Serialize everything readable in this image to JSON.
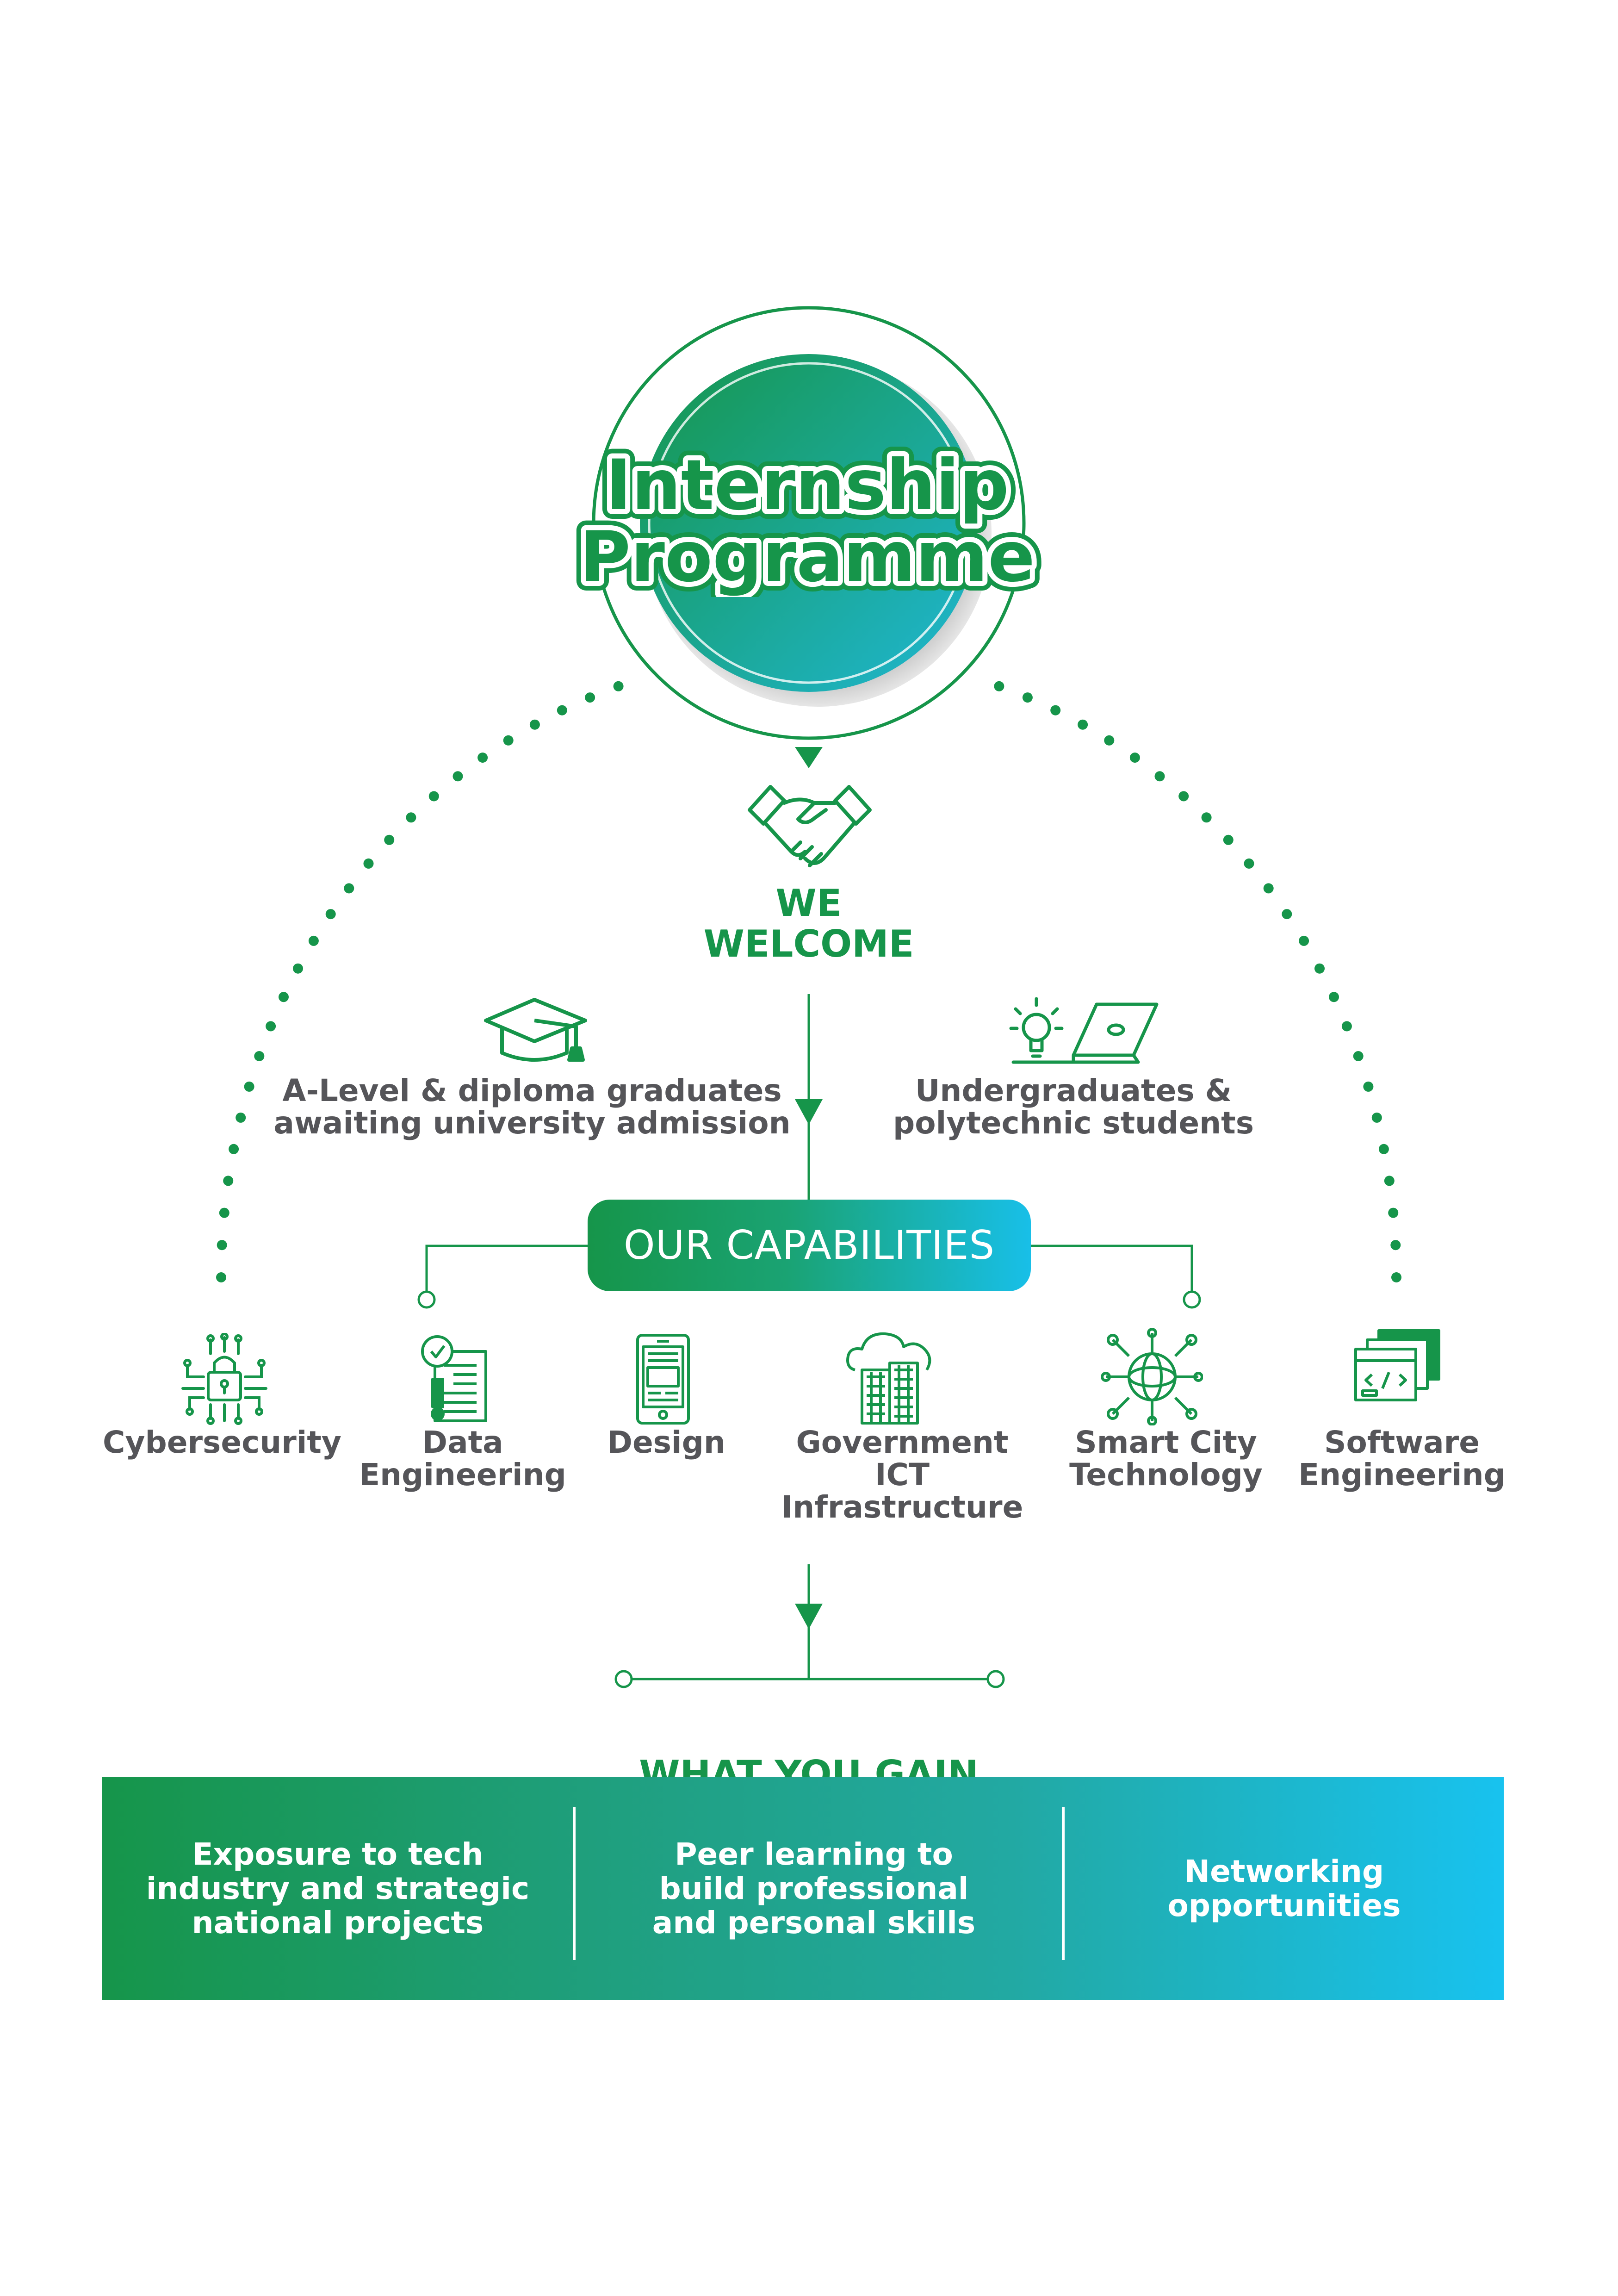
{
  "title": {
    "line1": "Internship",
    "line2": "Programme"
  },
  "welcome": {
    "heading": "WE\nWELCOME",
    "icon": "handshake-icon"
  },
  "audiences": [
    {
      "label": "A-Level & diploma graduates\nawaiting university admission",
      "icon": "graduation-cap-icon"
    },
    {
      "label": "Undergraduates &\npolytechnic students",
      "icon": "lightbulb-laptop-icon"
    }
  ],
  "capabilities": {
    "heading": "OUR CAPABILITIES",
    "items": [
      {
        "label": "Cybersecurity",
        "icon": "circuit-lock-icon"
      },
      {
        "label": "Data\nEngineering",
        "icon": "data-report-icon"
      },
      {
        "label": "Design",
        "icon": "tablet-design-icon"
      },
      {
        "label": "Government\nICT\nInfrastructure",
        "icon": "cloud-building-icon"
      },
      {
        "label": "Smart City\nTechnology",
        "icon": "network-globe-icon"
      },
      {
        "label": "Software\nEngineering",
        "icon": "code-window-icon"
      }
    ]
  },
  "gain": {
    "heading": "WHAT YOU GAIN",
    "items": [
      {
        "label": "Exposure to tech\nindustry and strategic\nnational projects"
      },
      {
        "label": "Peer learning to\nbuild professional\nand personal skills"
      },
      {
        "label": "Networking\nopportunities"
      }
    ]
  },
  "colors": {
    "green": "#16954a",
    "teal": "#22a9a3",
    "cyan": "#18c2ef",
    "grey_text": "#555559"
  }
}
